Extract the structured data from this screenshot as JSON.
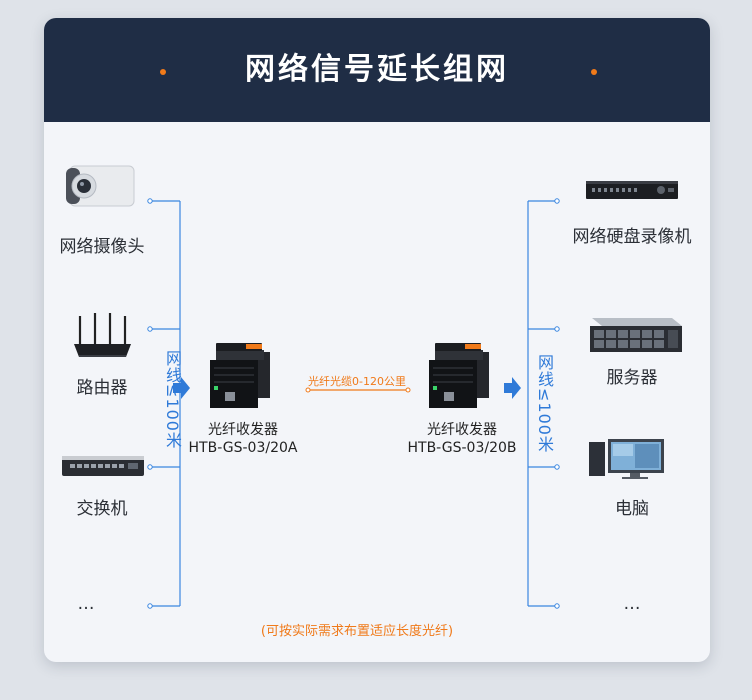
{
  "title": "网络信号延长组网",
  "left_devices": [
    "网络摄像头",
    "路由器",
    "交换机",
    "…"
  ],
  "right_devices": [
    "网络硬盘录像机",
    "服务器",
    "电脑",
    "…"
  ],
  "left_cable": "网线≤100米",
  "right_cable": "网线≤100米",
  "transceiver_a": {
    "name": "光纤收发器",
    "model": "HTB-GS-03/20A"
  },
  "transceiver_b": {
    "name": "光纤收发器",
    "model": "HTB-GS-03/20B"
  },
  "fiber_label": "光纤光缆0-120公里",
  "note": "(可按实际需求布置适应长度光纤)",
  "colors": {
    "header": "#1f2d45",
    "accent": "#f07a1a",
    "line": "#2f7ad8"
  },
  "icons": [
    "camera-icon",
    "router-icon",
    "switch-icon",
    "transceiver-icon",
    "nvr-icon",
    "server-icon",
    "computer-icon",
    "arrow-right-icon"
  ]
}
